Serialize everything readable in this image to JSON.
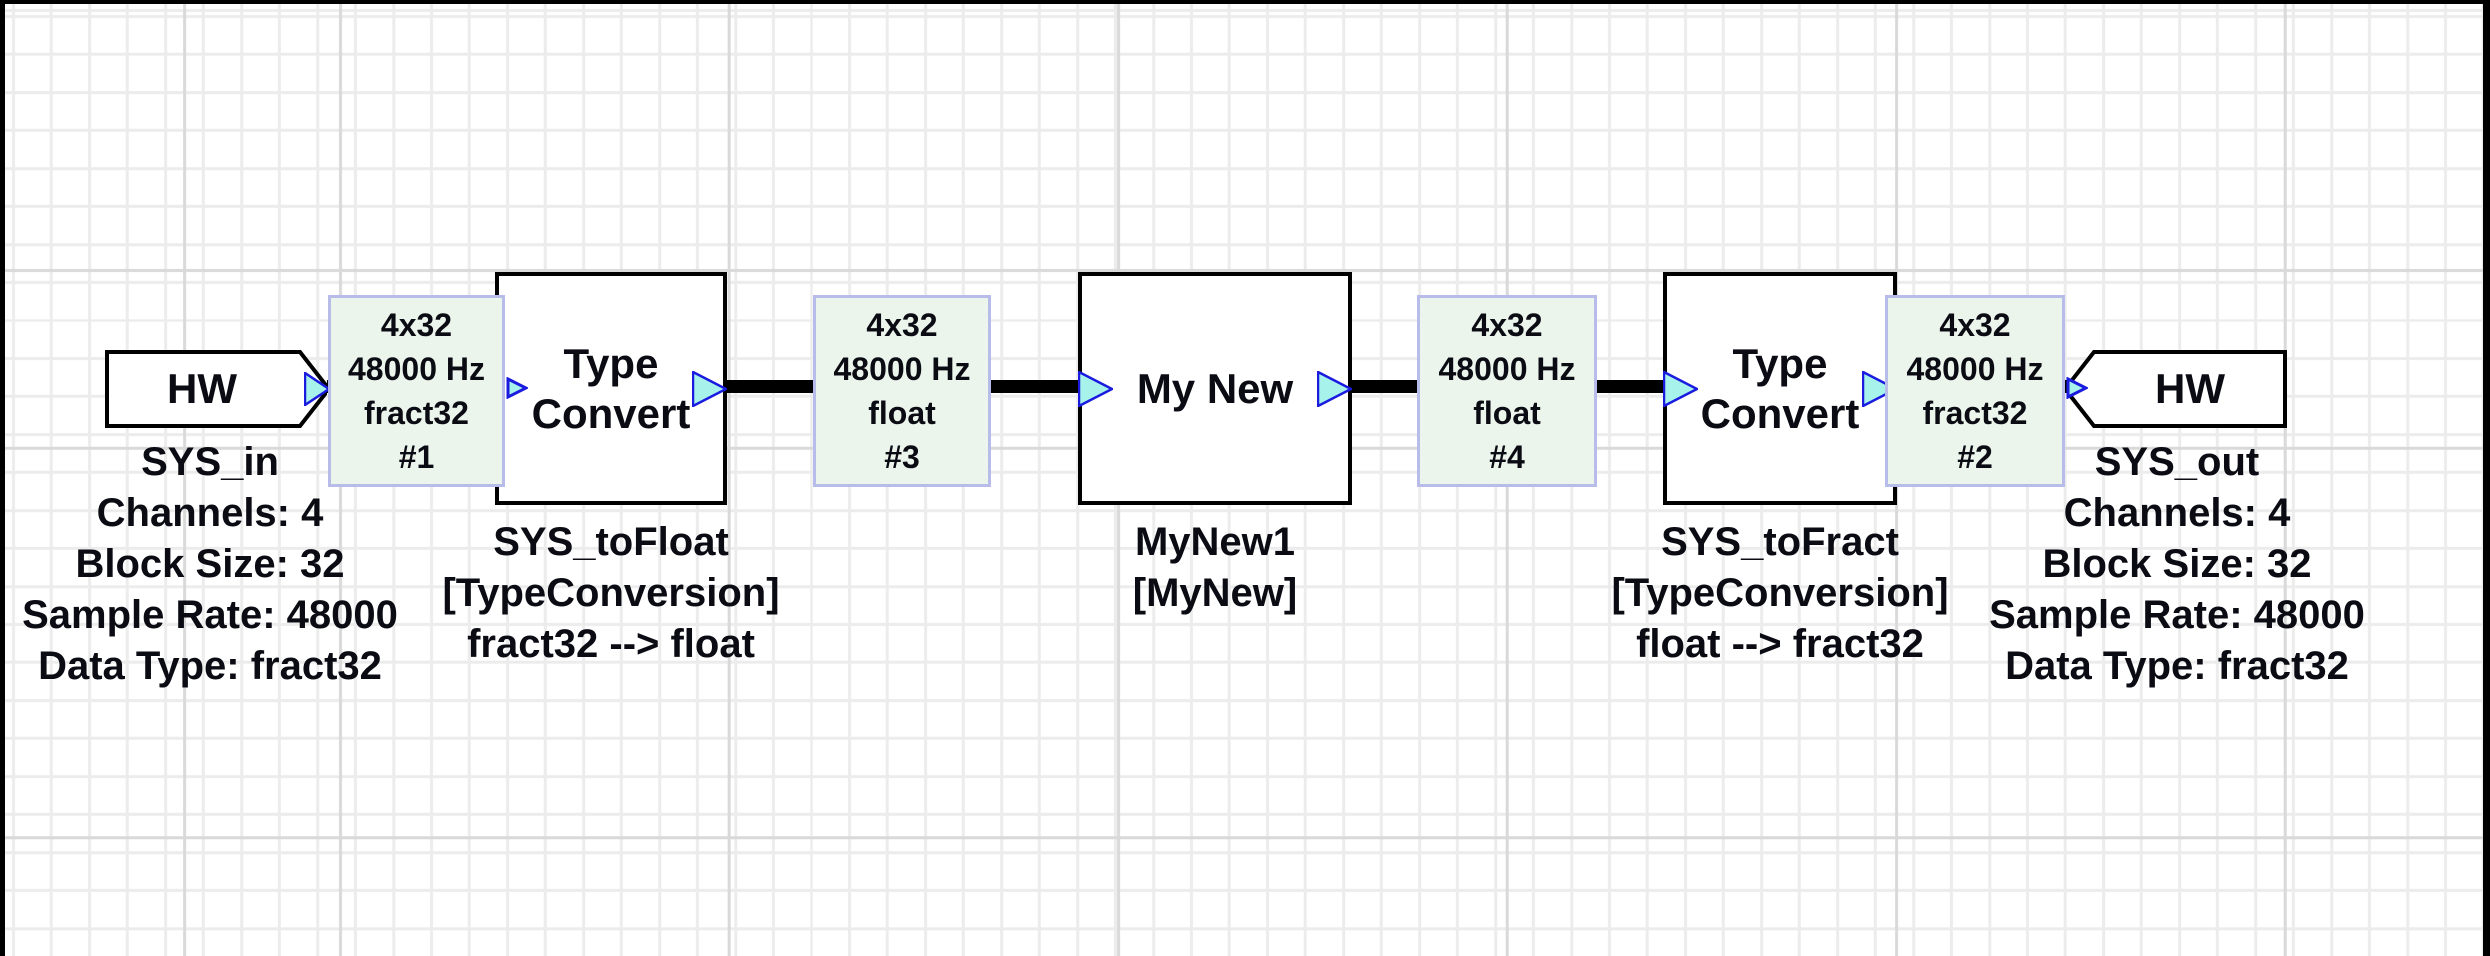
{
  "app": {
    "view_title": "Audio Weaver layout canvas"
  },
  "nodes": [
    {
      "id": "sys_in",
      "shape": "hw-source",
      "label": [
        "HW"
      ],
      "sub": [
        "SYS_in",
        "Channels: 4",
        "Block Size: 32",
        "Sample Rate: 48000",
        "Data Type: fract32"
      ]
    },
    {
      "id": "sys_tofloat",
      "shape": "rect",
      "label": [
        "Type",
        "Convert"
      ],
      "sub": [
        "SYS_toFloat",
        "[TypeConversion]",
        "fract32 --> float"
      ]
    },
    {
      "id": "mynew1",
      "shape": "rect",
      "label": [
        "My New"
      ],
      "sub": [
        "MyNew1",
        "[MyNew]"
      ]
    },
    {
      "id": "sys_tofract",
      "shape": "rect",
      "label": [
        "Type",
        "Convert"
      ],
      "sub": [
        "SYS_toFract",
        "[TypeConversion]",
        "float --> fract32"
      ]
    },
    {
      "id": "sys_out",
      "shape": "hw-sink",
      "label": [
        "HW"
      ],
      "sub": [
        "SYS_out",
        "Channels: 4",
        "Block Size: 32",
        "Sample Rate: 48000",
        "Data Type: fract32"
      ]
    }
  ],
  "wire_labels": [
    {
      "id": "1",
      "lines": [
        "4x32",
        "48000 Hz",
        "fract32",
        "#1"
      ]
    },
    {
      "id": "3",
      "lines": [
        "4x32",
        "48000 Hz",
        "float",
        "#3"
      ]
    },
    {
      "id": "4",
      "lines": [
        "4x32",
        "48000 Hz",
        "float",
        "#4"
      ]
    },
    {
      "id": "2",
      "lines": [
        "4x32",
        "48000 Hz",
        "fract32",
        "#2"
      ]
    }
  ],
  "icons": {
    "output_pin": "cyan-arrow-right-icon",
    "input_pin": "blue-chevron-right-icon"
  },
  "colors": {
    "text_color": "#0b0b14",
    "block_border": "#000000",
    "wire_color": "#000000",
    "wire_label_bg": "#ecf5ec",
    "wire_label_border": "#b8bce8",
    "pin_fill": "#a7f3ec",
    "pin_stroke": "#1b1bdf",
    "grid_minor": "#ececec",
    "grid_major": "#d9d9d9",
    "canvas_bg": "#ffffff"
  }
}
